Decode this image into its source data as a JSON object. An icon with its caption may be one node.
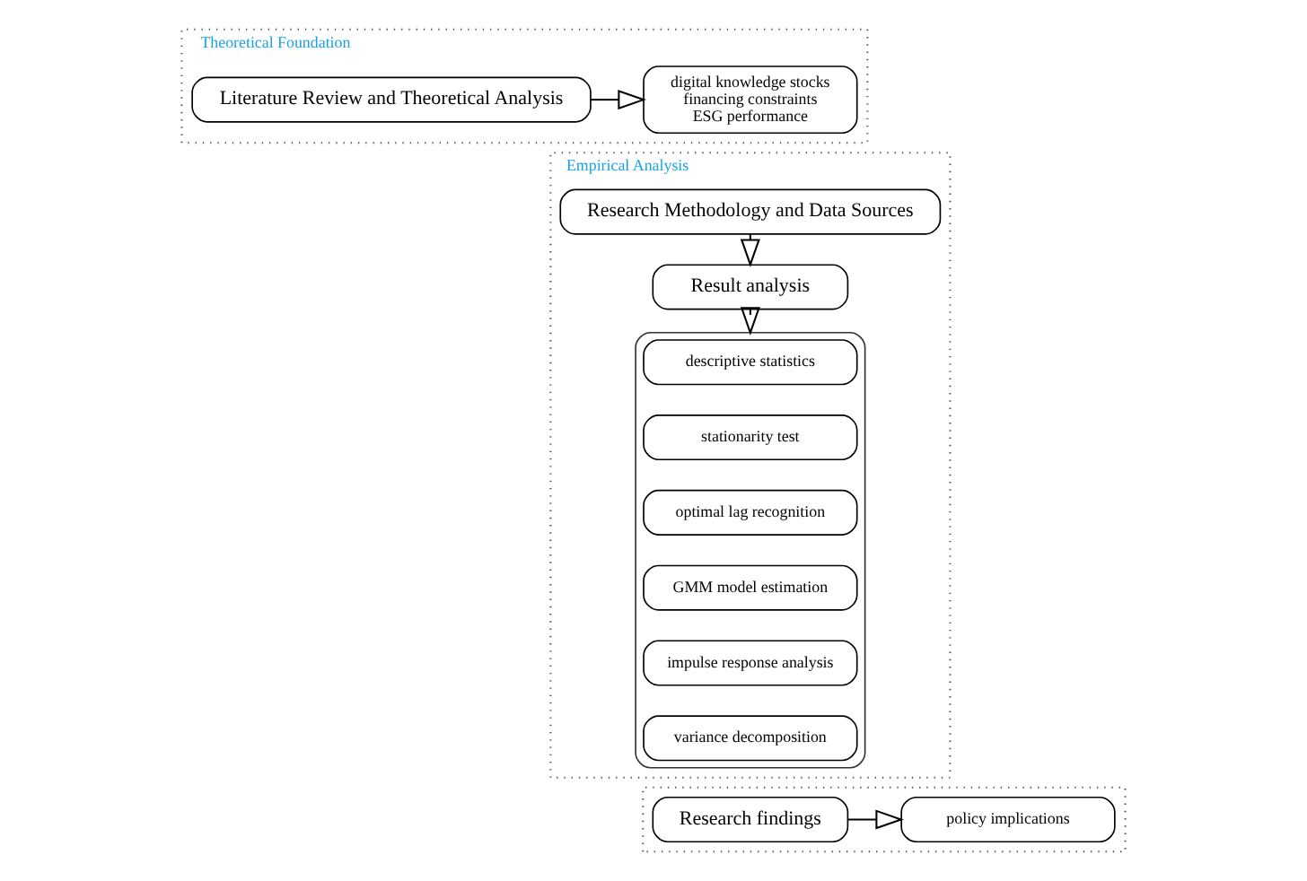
{
  "diagram": {
    "nodes": [
      {
        "text": [
          "Theoretical Foundation"
        ]
      },
      {
        "text": [
          "Literature Review and Theoretical Analysis"
        ],
        "in": 0
      },
      {
        "text": [
          "digital knowledge stocks",
          "financing constraints",
          "ESG performance"
        ],
        "in": 0
      },
      {
        "text": [
          "Empirical Analysis"
        ]
      },
      {
        "text": [
          "Research Methodology and Data Sources"
        ],
        "in": 3
      },
      {
        "text": [
          "Result analysis"
        ],
        "in": 3
      },
      {
        "text": [],
        "shape": "box",
        "in": 3
      },
      {
        "text": [
          "descriptive statistics"
        ],
        "in": 6
      },
      {
        "text": [
          "stationarity test"
        ],
        "in": 6
      },
      {
        "text": [
          "optimal lag recognition"
        ],
        "in": 6
      },
      {
        "text": [
          "GMM model estimation"
        ],
        "in": 6
      },
      {
        "text": [
          "impulse response analysis"
        ],
        "in": 6
      },
      {
        "text": [
          "variance decomposition"
        ],
        "in": 6
      },
      {
        "text": [],
        "shape": "box"
      },
      {
        "text": [
          "Research findings"
        ],
        "in": 13
      },
      {
        "text": [
          "policy implications"
        ],
        "in": 13
      }
    ],
    "edges": [
      {
        "from": 1,
        "to": 2,
        "arrow": "to"
      },
      {
        "from": 4,
        "to": 5,
        "arrow": "to"
      },
      {
        "from": 5,
        "to": 6,
        "arrow": "to"
      },
      {
        "from": 14,
        "to": 15,
        "arrow": "to"
      }
    ]
  }
}
